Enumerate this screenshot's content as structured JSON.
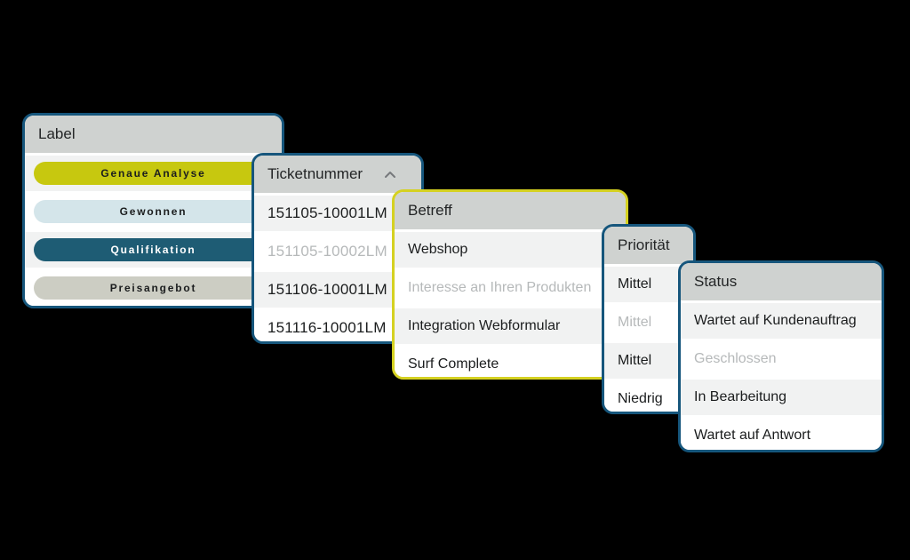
{
  "background_color": "#000000",
  "colors": {
    "panel_border_teal": "#16567c",
    "panel_border_yellow": "#d5d121",
    "header_bg": "#cfd2d0",
    "row_bg": "#ffffff",
    "row_alt_bg": "#f1f2f2",
    "text_dark": "#1b1d1e",
    "text_muted": "#b6b9ba",
    "sort_icon_color": "#76797c",
    "pill_yellow": "#c7c80f",
    "pill_light_blue": "#d4e5ea",
    "pill_dark_teal": "#1e5c74",
    "pill_sage": "#cccdc3"
  },
  "panels": [
    {
      "id": "label",
      "header": "Label",
      "border_color": "#16567c",
      "rows": [
        {
          "pill": {
            "text": "Genaue Analyse",
            "bg": "#c7c80f",
            "color": "#1b1d1e"
          }
        },
        {
          "pill": {
            "text": "Gewonnen",
            "bg": "#d4e5ea",
            "color": "#1b1d1e"
          }
        },
        {
          "pill": {
            "text": "Qualifikation",
            "bg": "#1e5c74",
            "color": "#ffffff"
          }
        },
        {
          "pill": {
            "text": "Preisangebot",
            "bg": "#cccdc3",
            "color": "#1b1d1e"
          }
        }
      ]
    },
    {
      "id": "ticketnummer",
      "header": "Ticketnummer",
      "border_color": "#16567c",
      "sort_icon": "chevron-up",
      "rows": [
        {
          "text": "151105-10001LM",
          "muted": false
        },
        {
          "text": "151105-10002LM",
          "muted": true
        },
        {
          "text": "151106-10001LM",
          "muted": false
        },
        {
          "text": "151116-10001LM",
          "muted": false
        }
      ]
    },
    {
      "id": "betreff",
      "header": "Betreff",
      "border_color": "#d5d121",
      "rows": [
        {
          "text": "Webshop",
          "muted": false
        },
        {
          "text": "Interesse an Ihren Produkten",
          "muted": true
        },
        {
          "text": "Integration Webformular",
          "muted": false
        },
        {
          "text": "Surf Complete",
          "muted": false
        }
      ]
    },
    {
      "id": "prioritaet",
      "header": "Priorität",
      "border_color": "#16567c",
      "rows": [
        {
          "text": "Mittel",
          "muted": false
        },
        {
          "text": "Mittel",
          "muted": true
        },
        {
          "text": "Mittel",
          "muted": false
        },
        {
          "text": "Niedrig",
          "muted": false
        }
      ]
    },
    {
      "id": "status",
      "header": "Status",
      "border_color": "#16567c",
      "rows": [
        {
          "text": "Wartet auf Kundenauftrag",
          "muted": false
        },
        {
          "text": "Geschlossen",
          "muted": true
        },
        {
          "text": "In Bearbeitung",
          "muted": false
        },
        {
          "text": "Wartet auf Antwort",
          "muted": false
        }
      ]
    }
  ]
}
